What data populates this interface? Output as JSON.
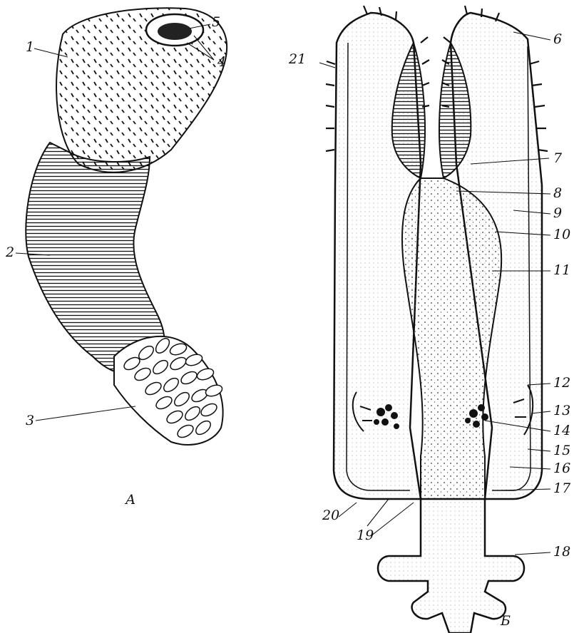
{
  "figure_a": {
    "panel_label": "А",
    "callouts": [
      "1",
      "2",
      "3",
      "4",
      "5"
    ]
  },
  "figure_b": {
    "panel_label": "Б",
    "callouts": [
      "6",
      "7",
      "8",
      "9",
      "10",
      "11",
      "12",
      "13",
      "14",
      "15",
      "16",
      "17",
      "18",
      "19",
      "20",
      "21"
    ]
  },
  "colors": {
    "ink": "#111111",
    "paper": "#ffffff",
    "stipple": "#666666"
  }
}
